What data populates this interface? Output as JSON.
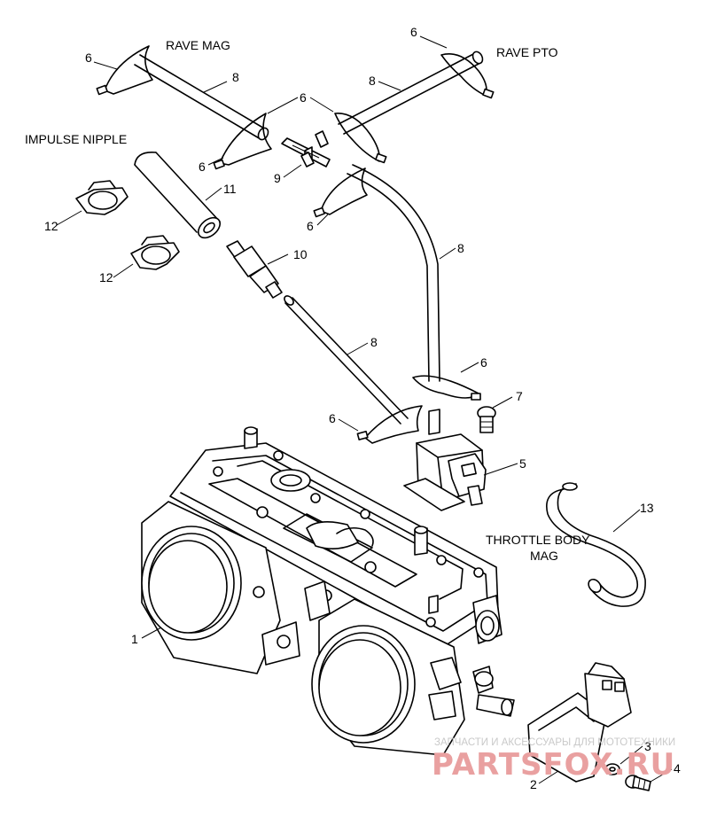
{
  "labels": {
    "rave_mag": "RAVE MAG",
    "rave_pto": "RAVE PTO",
    "impulse_nipple": "IMPULSE NIPPLE",
    "throttle_body_line1": "THROTTLE BODY",
    "throttle_body_line2": "MAG"
  },
  "callouts": {
    "c1": "1",
    "c2": "2",
    "c3": "3",
    "c4": "4",
    "c5": "5",
    "c6": "6",
    "c7": "7",
    "c8": "8",
    "c9": "9",
    "c10": "10",
    "c11": "11",
    "c12": "12",
    "c13": "13"
  },
  "watermark": {
    "tagline": "ЗАПЧАСТИ И АКСЕССУАРЫ ДЛЯ МОТОТЕХНИКИ",
    "brand": "PARTSFOX.RU"
  }
}
